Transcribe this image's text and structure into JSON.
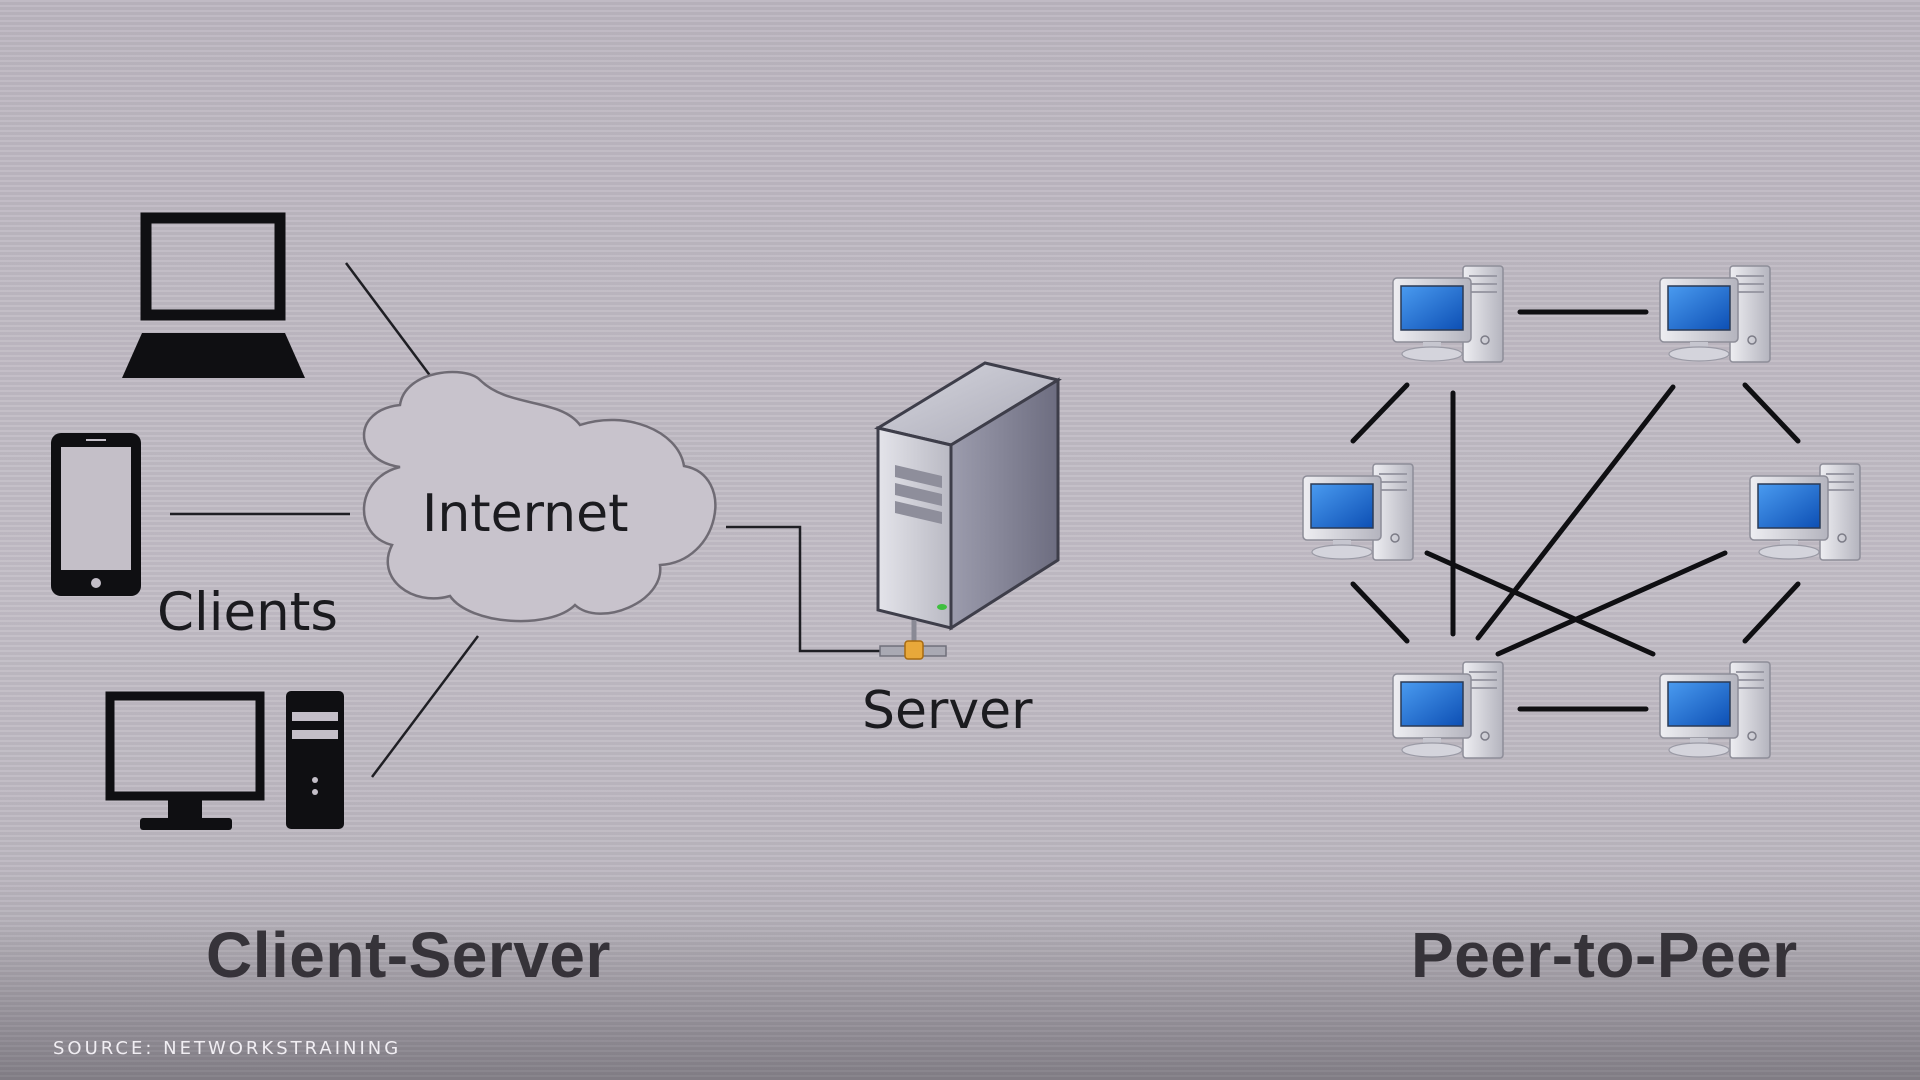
{
  "client_server": {
    "title": "Client-Server",
    "internet_label": "Internet",
    "clients_label": "Clients",
    "server_label": "Server"
  },
  "peer_to_peer": {
    "title": "Peer-to-Peer"
  },
  "source": "SOURCE: NETWORKSTRAINING",
  "icons": [
    "laptop-icon",
    "phone-icon",
    "desktop-icon",
    "cloud-icon",
    "server-icon",
    "peer-computer-icon"
  ],
  "colors": {
    "background": "#bfbac3",
    "title_text": "#37343a",
    "label_text": "#1b1b1f",
    "screen_blue": "#1f6fd6",
    "source_text": "#f1eef3"
  }
}
